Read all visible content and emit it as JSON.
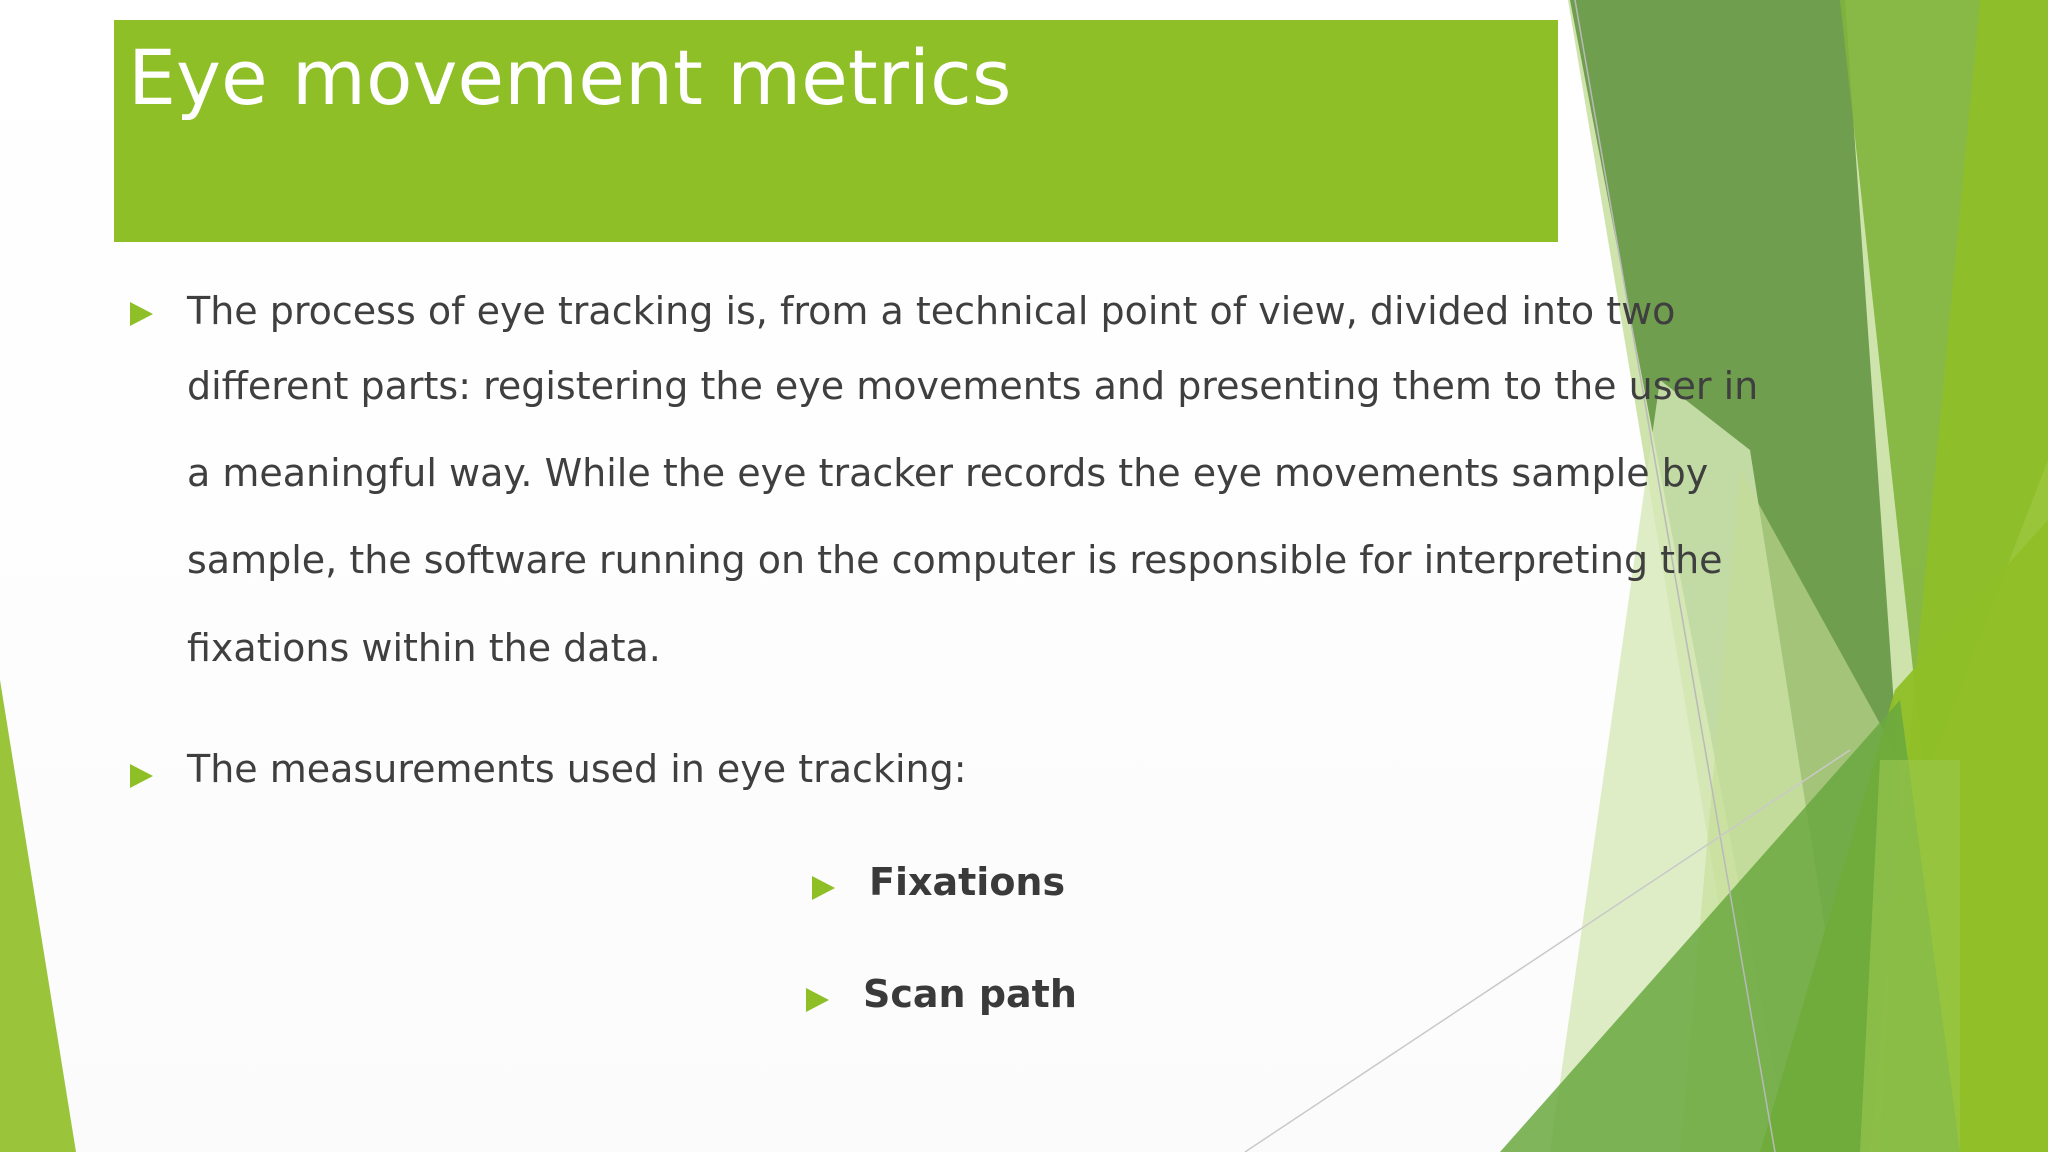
{
  "slide": {
    "title": "Eye movement metrics",
    "bullets": [
      {
        "lines": [
          " The process of eye tracking is, from a technical point of view, divided into  two",
          "different parts: registering the eye movements and presenting them to the user in",
          "a meaningful way. While the eye tracker records the eye movements sample by",
          "sample, the software running on the computer is responsible for interpreting the",
          "fixations within the data."
        ]
      },
      {
        "text": "The measurements  used in eye tracking:"
      }
    ],
    "sub_bullets": [
      {
        "label": "Fixations"
      },
      {
        "label": "Scan path"
      }
    ]
  },
  "colors": {
    "accent_green": "#8fbf26",
    "dark_green": "#6a9a4a",
    "light_green": "#d7e8b8",
    "text": "#3f3f3f",
    "title_text": "#ffffff"
  },
  "icons": {
    "bullet": "triangle-right-icon"
  }
}
